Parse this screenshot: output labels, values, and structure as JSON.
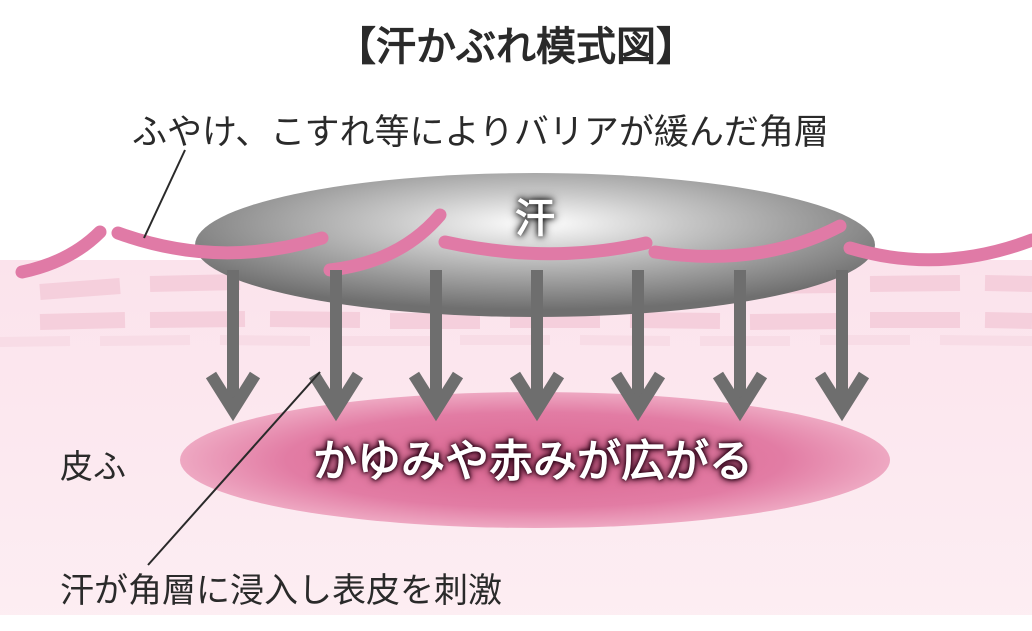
{
  "title": "【汗かぶれ模式図】",
  "labels": {
    "barrier": "ふやけ、こすれ等によりバリアが緩んだ角層",
    "sweat": "汗",
    "skin": "皮ふ",
    "itch": "かゆみや赤みが広がる",
    "penetrate": "汗が角層に浸入し表皮を刺激"
  },
  "colors": {
    "skin_background": "#fbe6ee",
    "stratum_corneum": "#e07aa6",
    "inner_layers": "#f5cfdc",
    "sweat": "#808080",
    "inflammation": "#e58cb0",
    "arrow": "#6e6e6e"
  },
  "icons": [
    "down-arrow-icon"
  ]
}
